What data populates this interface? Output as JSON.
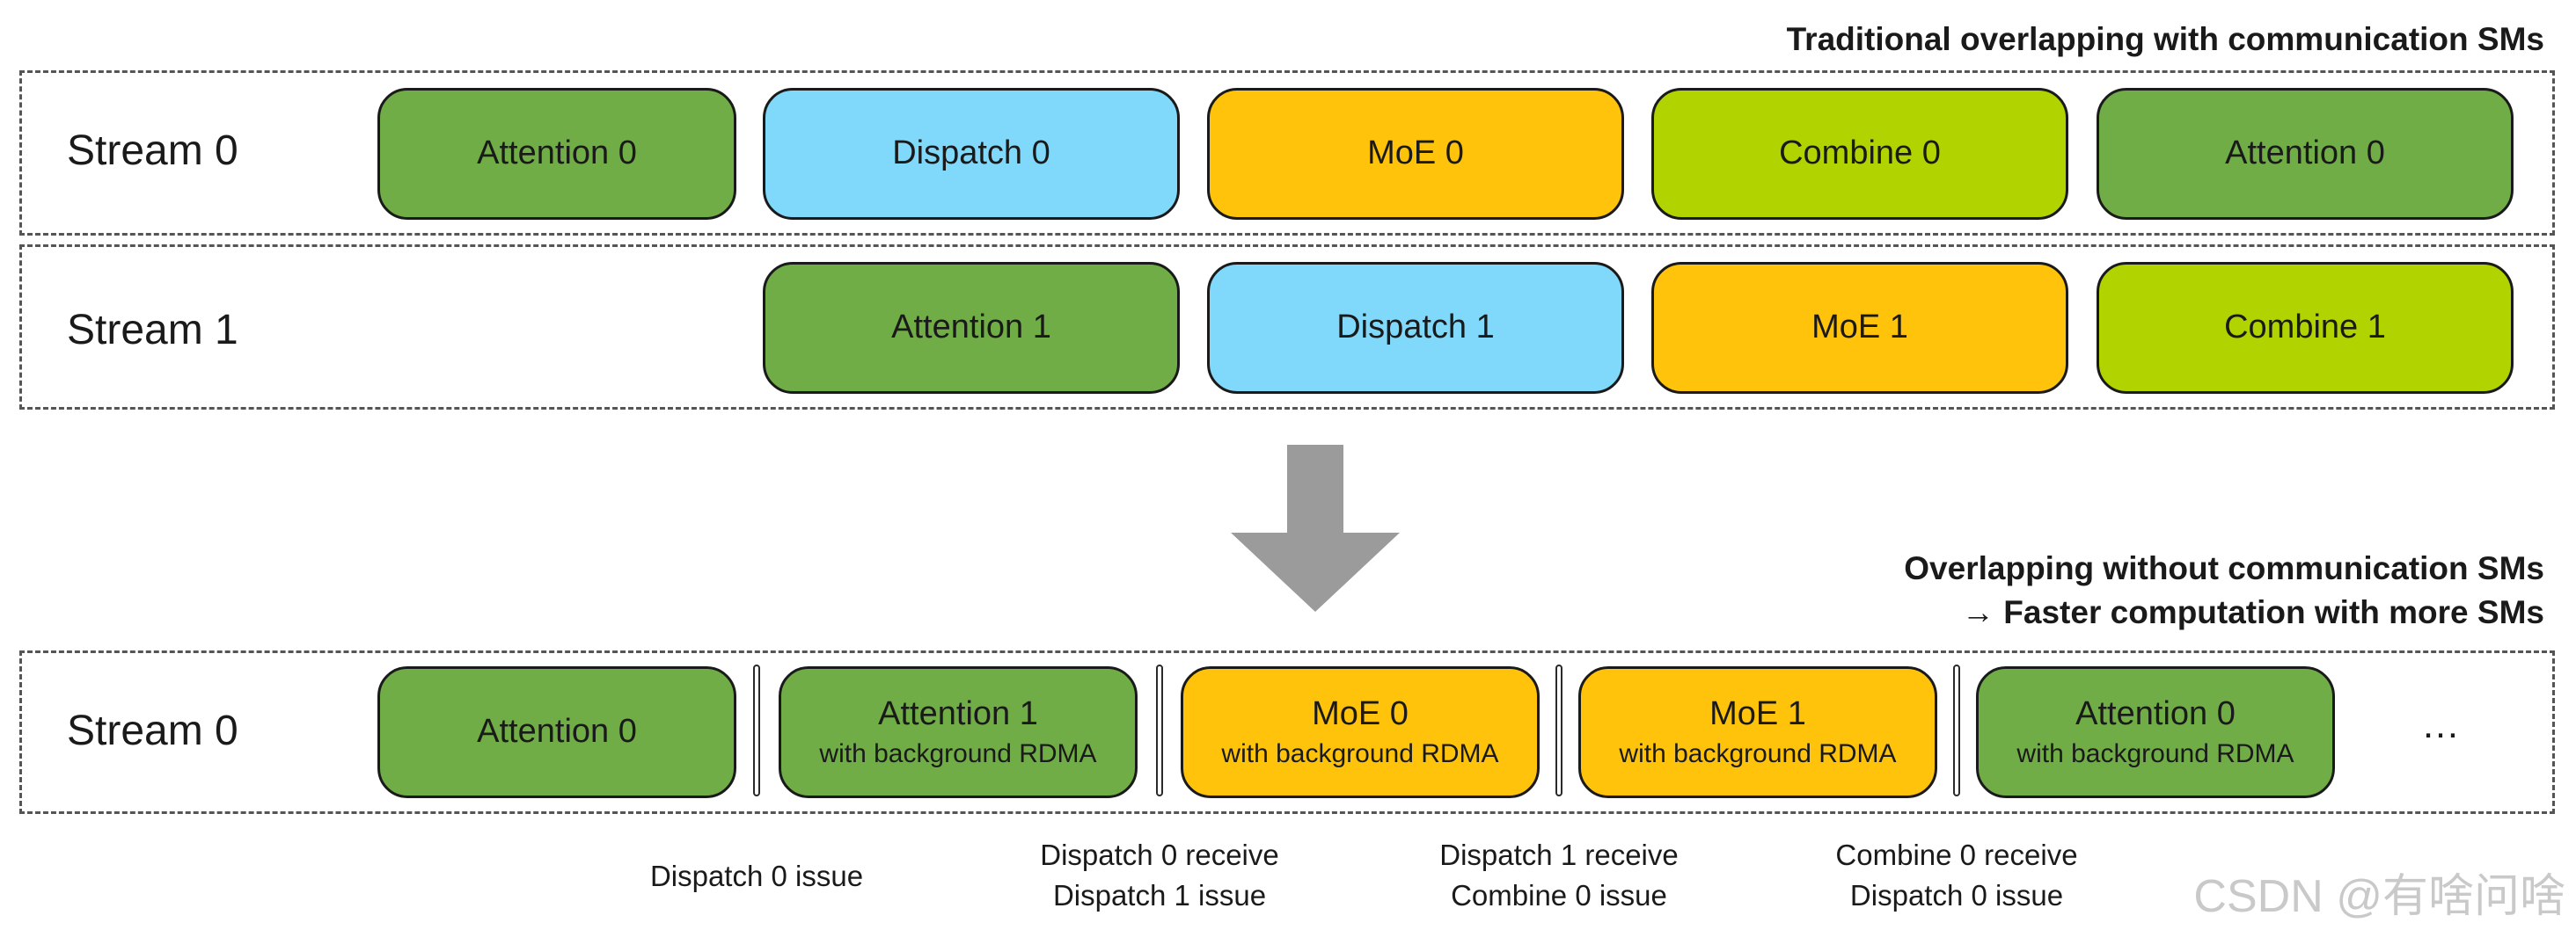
{
  "colors": {
    "attention": "#70AD47",
    "dispatch": "#80D8FA",
    "moe": "#FFC30B",
    "combine": "#B1D300",
    "arrow": "#9B9B9B"
  },
  "top": {
    "title": "Traditional overlapping with communication SMs",
    "lanes": [
      {
        "label": "Stream 0",
        "blocks": [
          {
            "label": "Attention 0",
            "kind": "attention"
          },
          {
            "label": "Dispatch 0",
            "kind": "dispatch"
          },
          {
            "label": "MoE 0",
            "kind": "moe"
          },
          {
            "label": "Combine 0",
            "kind": "combine"
          },
          {
            "label": "Attention 0",
            "kind": "attention"
          }
        ]
      },
      {
        "label": "Stream 1",
        "blocks": [
          {
            "label": "Attention 1",
            "kind": "attention"
          },
          {
            "label": "Dispatch 1",
            "kind": "dispatch"
          },
          {
            "label": "MoE 1",
            "kind": "moe"
          },
          {
            "label": "Combine 1",
            "kind": "combine"
          }
        ]
      }
    ]
  },
  "bottom": {
    "title_lines": [
      "Overlapping without communication SMs",
      "→ Faster computation with more SMs"
    ],
    "lane": {
      "label": "Stream 0",
      "blocks": [
        {
          "label": "Attention 0",
          "sub": "",
          "kind": "attention"
        },
        {
          "label": "Attention 1",
          "sub": "with background RDMA",
          "kind": "attention"
        },
        {
          "label": "MoE 0",
          "sub": "with background RDMA",
          "kind": "moe"
        },
        {
          "label": "MoE 1",
          "sub": "with background RDMA",
          "kind": "moe"
        },
        {
          "label": "Attention 0",
          "sub": "with background RDMA",
          "kind": "attention"
        }
      ],
      "ellipsis": "…"
    },
    "notes": [
      {
        "lines": [
          "Dispatch 0 issue"
        ]
      },
      {
        "lines": [
          "Dispatch 0 receive",
          "Dispatch 1 issue"
        ]
      },
      {
        "lines": [
          "Dispatch 1 receive",
          "Combine 0 issue"
        ]
      },
      {
        "lines": [
          "Combine 0 receive",
          "Dispatch 0 issue"
        ]
      }
    ]
  },
  "watermark": "CSDN @有啥问啥"
}
